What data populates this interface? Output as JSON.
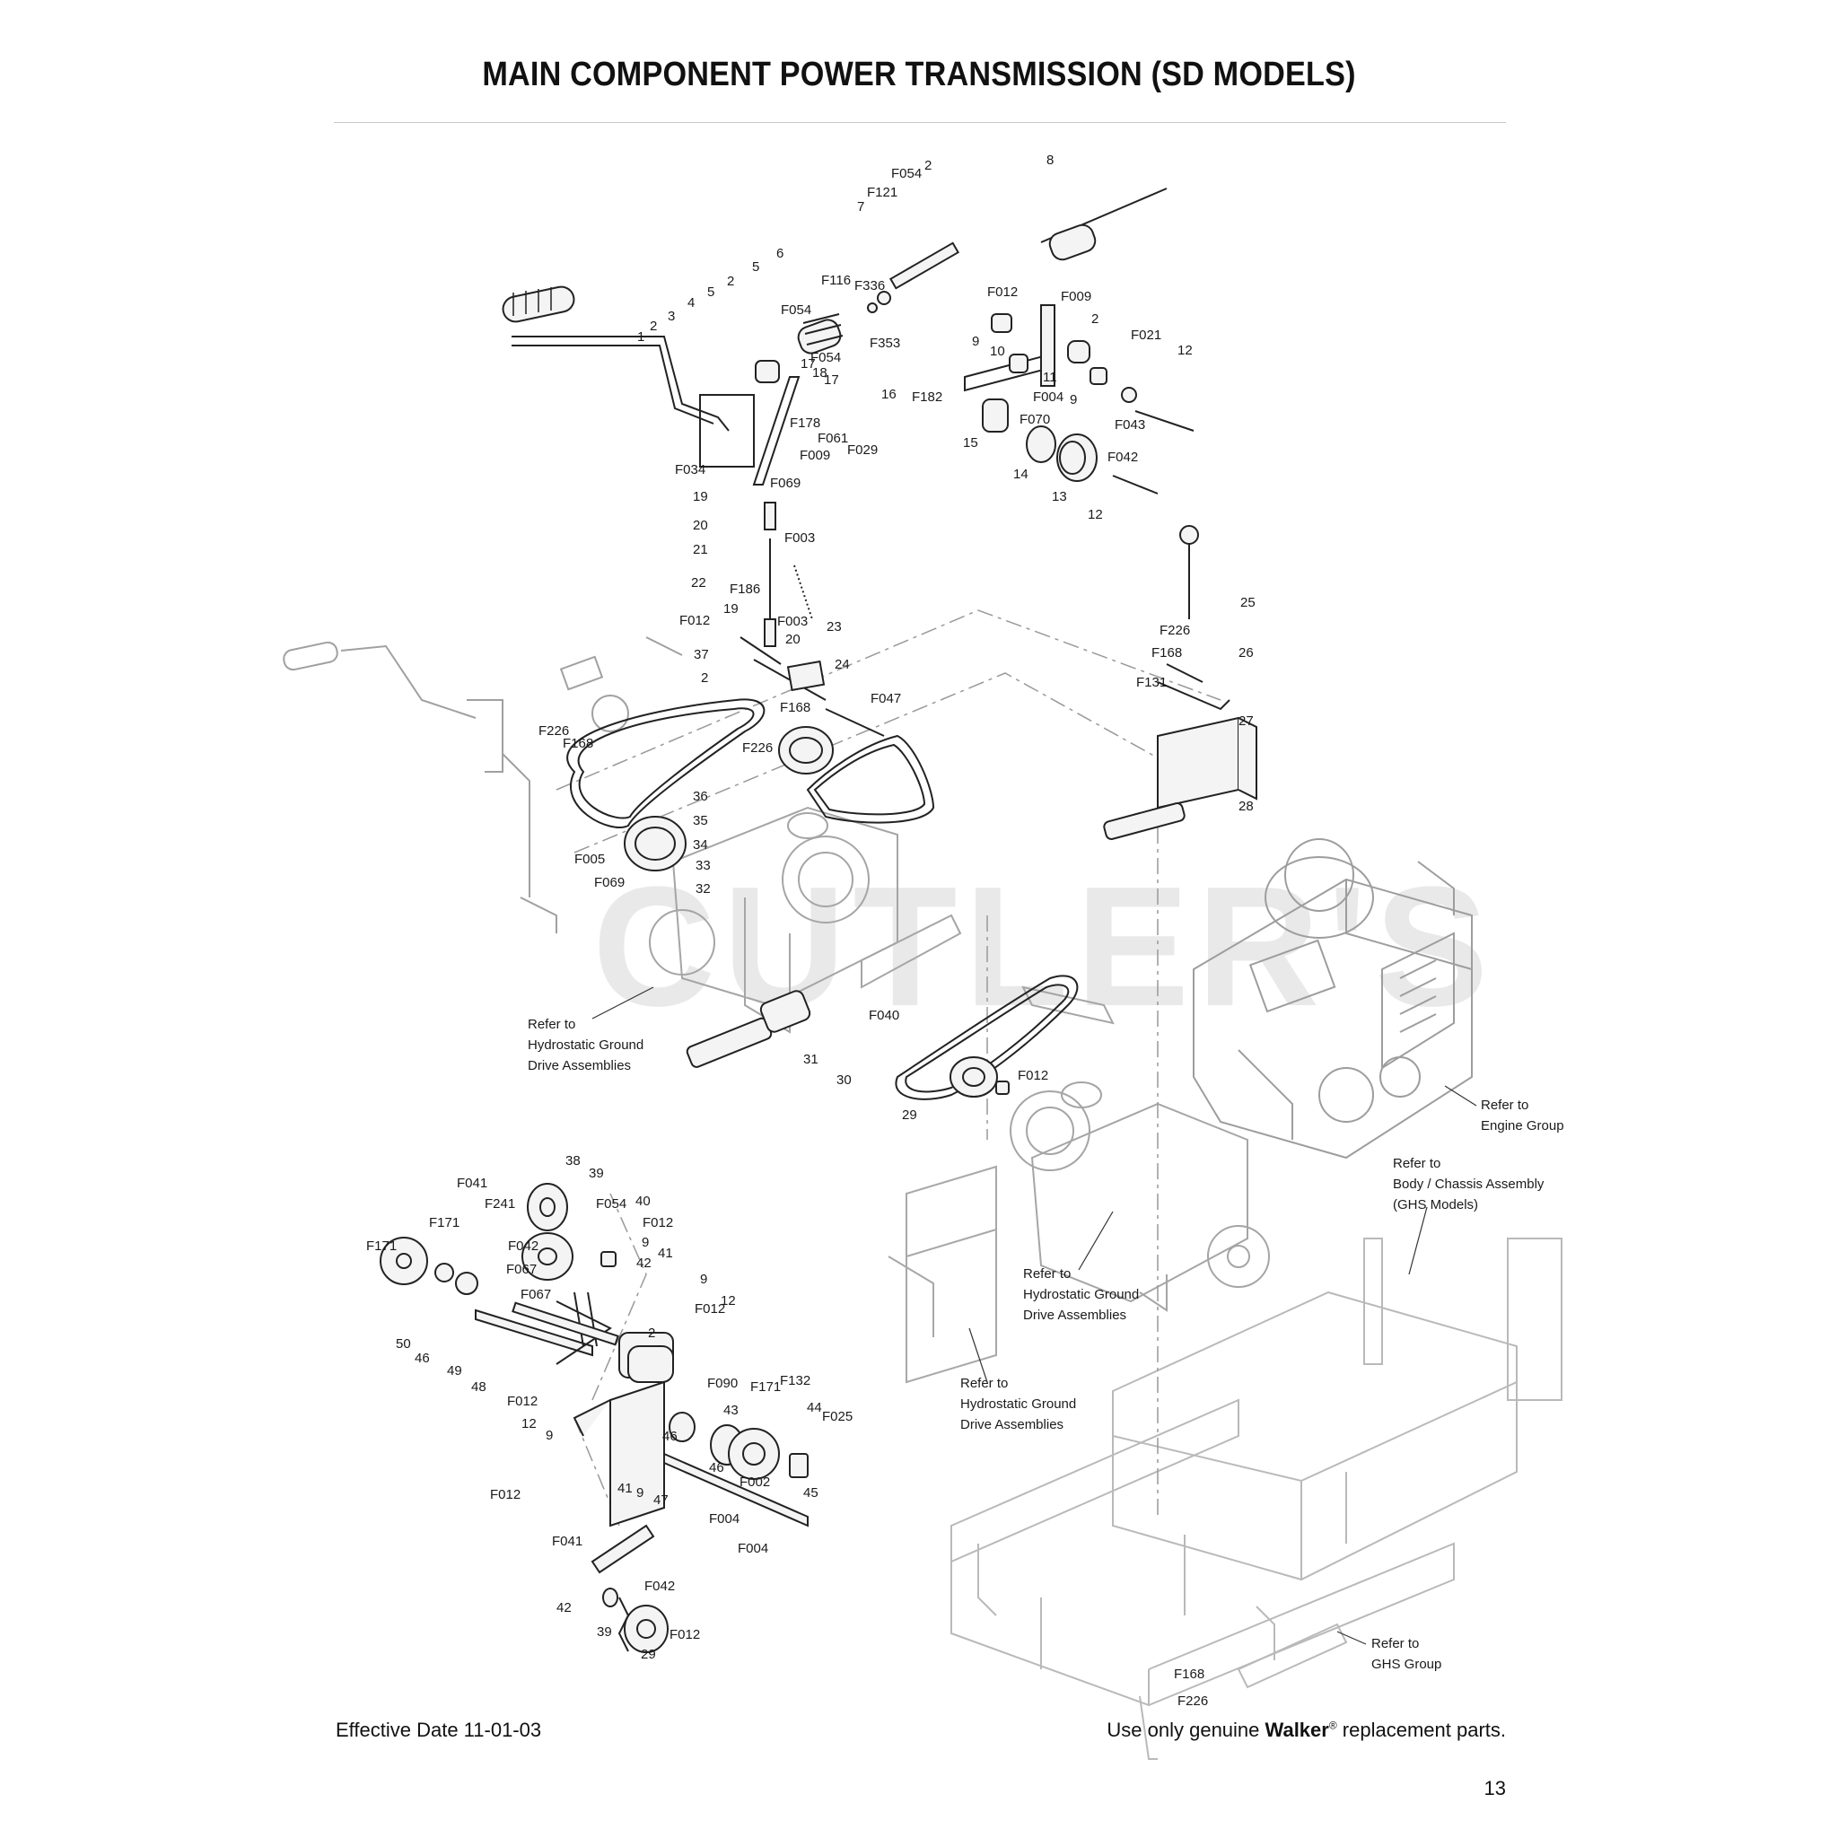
{
  "page": {
    "title": "MAIN COMPONENT POWER TRANSMISSION (SD MODELS)",
    "effective_date": "Effective Date 11-01-03",
    "footer": {
      "prefix": "Use only genuine ",
      "brand": "Walker",
      "mark": "®",
      "suffix": " replacement parts."
    },
    "page_number": "13",
    "watermark": "CUTLER'S"
  },
  "callouts": [
    "8",
    "F054",
    "2",
    "F121",
    "7",
    "F116",
    "F336",
    "6",
    "5",
    "5",
    "2",
    "4",
    "3",
    "2",
    "1",
    "F054",
    "17",
    "18",
    "17",
    "F054",
    "F353",
    "F178",
    "F061",
    "F029",
    "F009",
    "F034",
    "F069",
    "19",
    "20",
    "F003",
    "21",
    "22",
    "F186",
    "19",
    "F003",
    "20",
    "F012",
    "23",
    "37",
    "2",
    "24",
    "F047",
    "F168",
    "F226",
    "F226",
    "F168",
    "36",
    "35",
    "34",
    "F005",
    "33",
    "F069",
    "32",
    "31",
    "F040",
    "30",
    "29",
    "F012",
    "F012",
    "F009",
    "2",
    "9",
    "10",
    "16",
    "F182",
    "11",
    "F004",
    "F021",
    "12",
    "F043",
    "15",
    "F070",
    "14",
    "13",
    "12",
    "F042",
    "9",
    "25",
    "F226",
    "F168",
    "26",
    "F131",
    "27",
    "28",
    "38",
    "39",
    "F041",
    "F241",
    "F054",
    "40",
    "F012",
    "F171",
    "F171",
    "F042",
    "9",
    "41",
    "42",
    "F067",
    "F067",
    "9",
    "12",
    "F012",
    "50",
    "46",
    "2",
    "49",
    "48",
    "F012",
    "F090",
    "F171",
    "F132",
    "44",
    "F025",
    "43",
    "12",
    "9",
    "46",
    "46",
    "F002",
    "45",
    "F012",
    "41",
    "9",
    "47",
    "F004",
    "F004",
    "F041",
    "F042",
    "42",
    "39",
    "F012",
    "29",
    "F168",
    "F226"
  ],
  "references": [
    [
      "Refer to",
      "Hydrostatic Ground",
      "Drive Assemblies"
    ],
    [
      "Refer to",
      "Engine Group"
    ],
    [
      "Refer to",
      "Body / Chassis Assembly",
      "(GHS Models)"
    ],
    [
      "Refer to",
      "Hydrostatic Ground",
      "Drive Assemblies"
    ],
    [
      "Refer to",
      "Hydrostatic Ground",
      "Drive Assemblies"
    ],
    [
      "Refer to",
      "GHS Group"
    ]
  ]
}
